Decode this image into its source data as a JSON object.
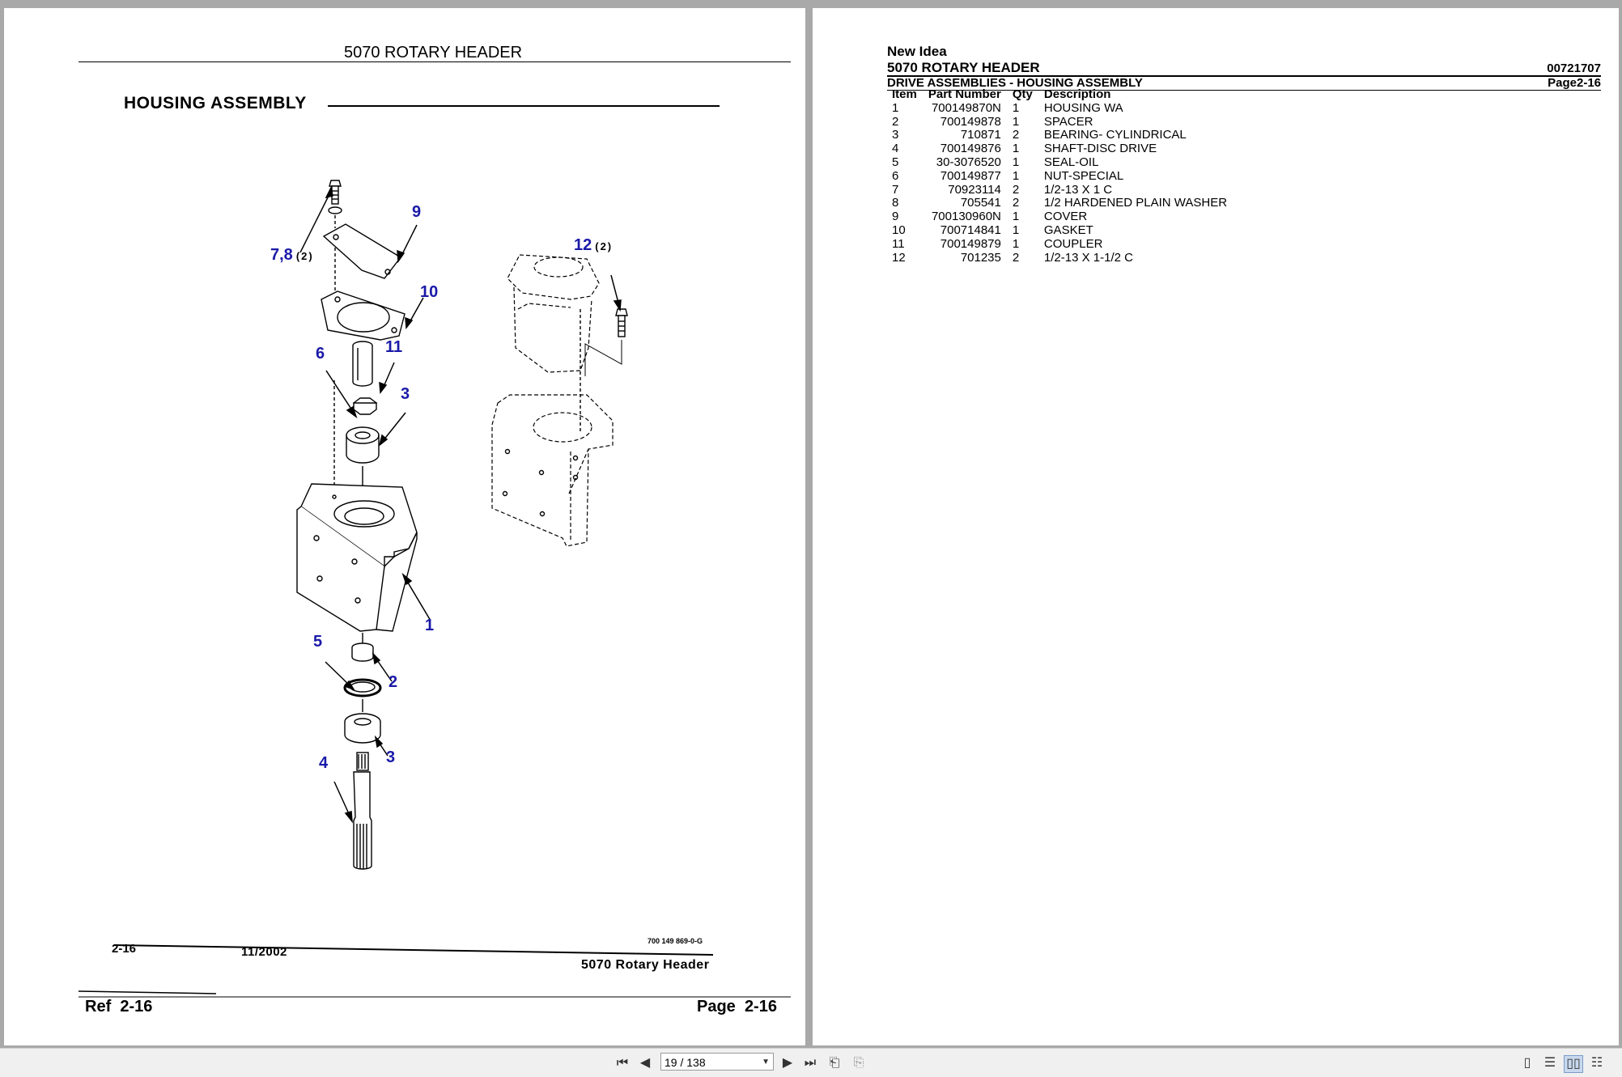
{
  "left_page": {
    "top_title": "5070 ROTARY HEADER",
    "section_title": "HOUSING ASSEMBLY",
    "callouts": [
      {
        "label": "7,8",
        "qty": "(2)"
      },
      {
        "label": "9"
      },
      {
        "label": "10"
      },
      {
        "label": "11"
      },
      {
        "label": "6"
      },
      {
        "label": "3"
      },
      {
        "label": "12",
        "qty": "(2)"
      },
      {
        "label": "1"
      },
      {
        "label": "5"
      },
      {
        "label": "2"
      },
      {
        "label": "3"
      },
      {
        "label": "4"
      }
    ],
    "illus_page": "2-16",
    "illus_date": "11/2002",
    "illus_code": "700 149 869-0-G",
    "illus_caption": "5070 Rotary Header",
    "footer_ref_label": "Ref",
    "footer_ref_value": "2-16",
    "footer_page_label": "Page",
    "footer_page_value": "2-16"
  },
  "right_page": {
    "brand": "New Idea",
    "title": "5070 ROTARY HEADER",
    "doc_number": "00721707",
    "subtitle": "DRIVE ASSEMBLIES - HOUSING ASSEMBLY",
    "page_ref": "Page2-16",
    "columns": [
      "Item",
      "Part Number",
      "Qty",
      "Description"
    ],
    "rows": [
      {
        "item": "1",
        "part": "700149870N",
        "qty": "1",
        "desc": "HOUSING WA"
      },
      {
        "item": "2",
        "part": "700149878",
        "qty": "1",
        "desc": "SPACER"
      },
      {
        "item": "3",
        "part": "710871",
        "qty": "2",
        "desc": "BEARING- CYLINDRICAL"
      },
      {
        "item": "4",
        "part": "700149876",
        "qty": "1",
        "desc": "SHAFT-DISC DRIVE"
      },
      {
        "item": "5",
        "part": "30-3076520",
        "qty": "1",
        "desc": "SEAL-OIL"
      },
      {
        "item": "6",
        "part": "700149877",
        "qty": "1",
        "desc": "NUT-SPECIAL"
      },
      {
        "item": "7",
        "part": "70923114",
        "qty": "2",
        "desc": "1/2-13 X 1 C"
      },
      {
        "item": "8",
        "part": "705541",
        "qty": "2",
        "desc": "1/2 HARDENED PLAIN WASHER"
      },
      {
        "item": "9",
        "part": "700130960N",
        "qty": "1",
        "desc": "COVER"
      },
      {
        "item": "10",
        "part": "700714841",
        "qty": "1",
        "desc": "GASKET"
      },
      {
        "item": "11",
        "part": "700149879",
        "qty": "1",
        "desc": "COUPLER"
      },
      {
        "item": "12",
        "part": "701235",
        "qty": "2",
        "desc": "1/2-13 X 1-1/2 C"
      }
    ]
  },
  "toolbar": {
    "page_indicator": "19 / 138",
    "icons": [
      "first-page-icon",
      "prev-page-icon",
      "next-page-icon",
      "last-page-icon",
      "prev-view-icon",
      "next-view-icon",
      "single-page-view-icon",
      "continuous-view-icon",
      "facing-view-icon",
      "continuous-facing-view-icon"
    ]
  }
}
